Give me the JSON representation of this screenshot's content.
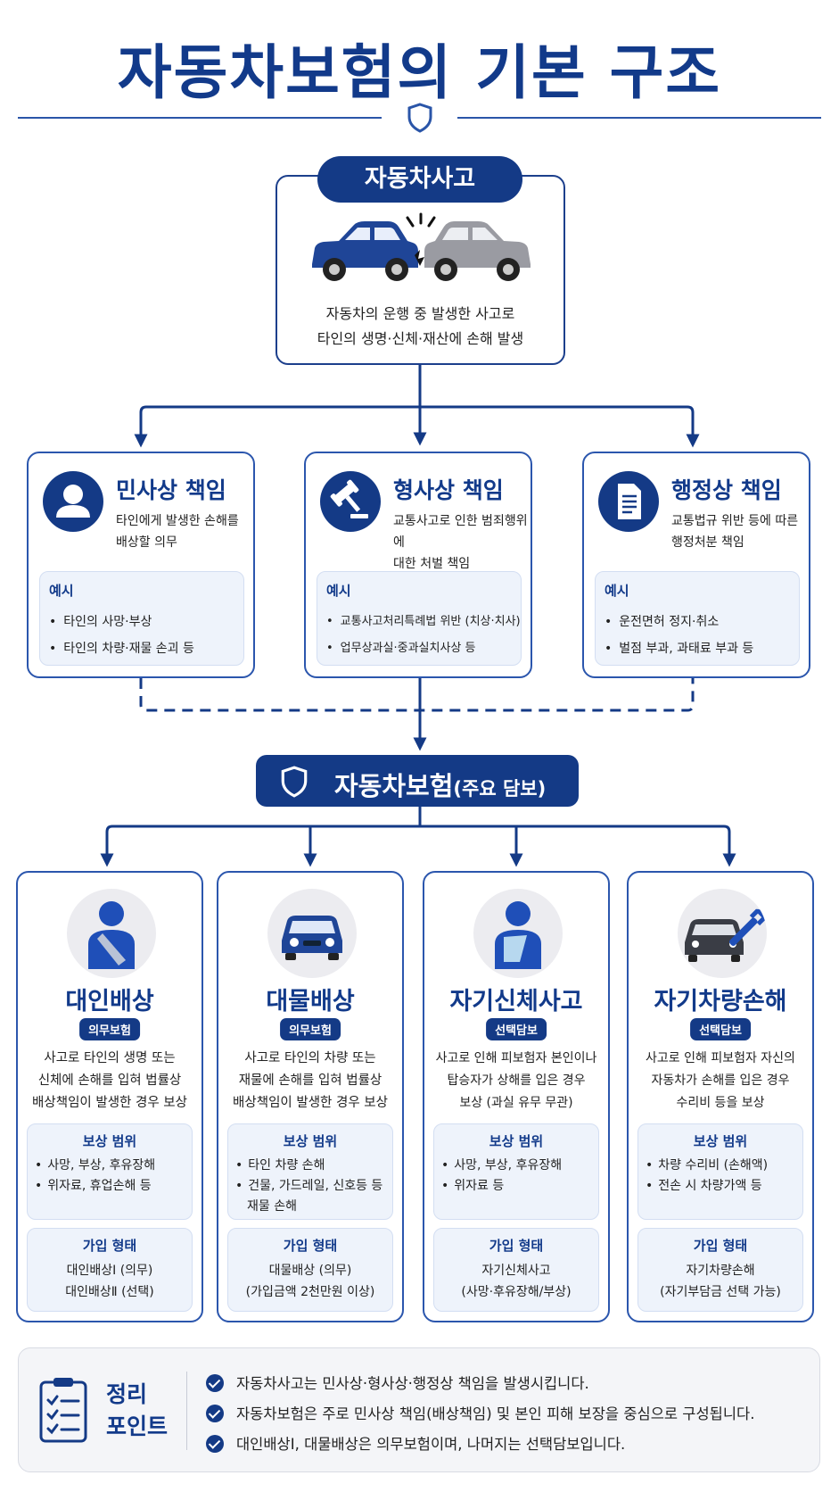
{
  "title": "자동차보험의 기본 구조",
  "accident": {
    "label": "자동차사고",
    "desc_line1": "자동차의 운행 중 발생한 사고로",
    "desc_line2": "타인의 생명·신체·재산에 손해 발생"
  },
  "responsibilities": [
    {
      "icon": "person-icon",
      "title": "민사상 책임",
      "desc_line1": "타인에게 발생한 손해를",
      "desc_line2": "배상할 의무",
      "example_label": "예시",
      "examples": [
        "타인의 사망·부상",
        "타인의 차량·재물 손괴 등"
      ]
    },
    {
      "icon": "gavel-icon",
      "title": "형사상 책임",
      "desc_line1": "교통사고로 인한 범죄행위에",
      "desc_line2": "대한 처벌 책임",
      "example_label": "예시",
      "examples": [
        "교통사고처리특례법 위반 (치상·치사)",
        "업무상과실·중과실치사상 등"
      ]
    },
    {
      "icon": "document-icon",
      "title": "행정상 책임",
      "desc_line1": "교통법규 위반 등에 따른",
      "desc_line2": "행정처분 책임",
      "example_label": "예시",
      "examples": [
        "운전면허 정지·취소",
        "벌점 부과, 과태료 부과 등"
      ]
    }
  ],
  "insurance": {
    "label": "자동차보험",
    "sublabel": "(주요 담보)"
  },
  "coverages": [
    {
      "icon": "injured-person-icon",
      "title": "대인배상",
      "badge": "의무보험",
      "desc": [
        "사고로 타인의 생명 또는",
        "신체에 손해를 입혀 법률상",
        "배상책임이 발생한 경우 보상"
      ],
      "scope_label": "보상 범위",
      "scope": [
        "사망, 부상, 후유장해",
        "위자료, 휴업손해 등"
      ],
      "form_label": "가입 형태",
      "form": [
        "대인배상Ⅰ (의무)",
        "대인배상Ⅱ (선택)"
      ]
    },
    {
      "icon": "car-icon",
      "title": "대물배상",
      "badge": "의무보험",
      "desc": [
        "사고로 타인의 차량 또는",
        "재물에 손해를 입혀 법률상",
        "배상책임이 발생한 경우 보상"
      ],
      "scope_label": "보상 범위",
      "scope": [
        "타인 차량 손해",
        "건물, 가드레일, 신호등 등 재물 손해"
      ],
      "form_label": "가입 형태",
      "form": [
        "대물배상 (의무)",
        "(가입금액 2천만원 이상)"
      ]
    },
    {
      "icon": "injured-self-icon",
      "title": "자기신체사고",
      "badge": "선택담보",
      "desc": [
        "사고로 인해 피보험자 본인이나",
        "탑승자가 상해를 입은 경우",
        "보상 (과실 유무 무관)"
      ],
      "scope_label": "보상 범위",
      "scope": [
        "사망, 부상, 후유장해",
        "위자료 등"
      ],
      "form_label": "가입 형태",
      "form": [
        "자기신체사고",
        "(사망·후유장해/부상)"
      ]
    },
    {
      "icon": "car-wrench-icon",
      "title": "자기차량손해",
      "badge": "선택담보",
      "desc": [
        "사고로 인해 피보험자 자신의",
        "자동차가 손해를 입은 경우",
        "수리비 등을 보상"
      ],
      "scope_label": "보상 범위",
      "scope": [
        "차량 수리비 (손해액)",
        "전손 시 차량가액 등"
      ],
      "form_label": "가입 형태",
      "form": [
        "자기차량손해",
        "(자기부담금 선택 가능)"
      ]
    }
  ],
  "summary": {
    "label_line1": "정리",
    "label_line2": "포인트",
    "items": [
      "자동차사고는 민사상·형사상·행정상 책임을 발생시킵니다.",
      "자동차보험은 주로 민사상 책임(배상책임) 및 본인 피해 보장을 중심으로 구성됩니다.",
      "대인배상Ⅰ, 대물배상은 의무보험이며, 나머지는 선택담보입니다."
    ]
  },
  "colors": {
    "navy": "#123a8a",
    "accent_blue": "#2b56ad",
    "light_panel": "#eef3fb",
    "car_blue": "#1f4597",
    "car_gray": "#9a9ba2"
  }
}
